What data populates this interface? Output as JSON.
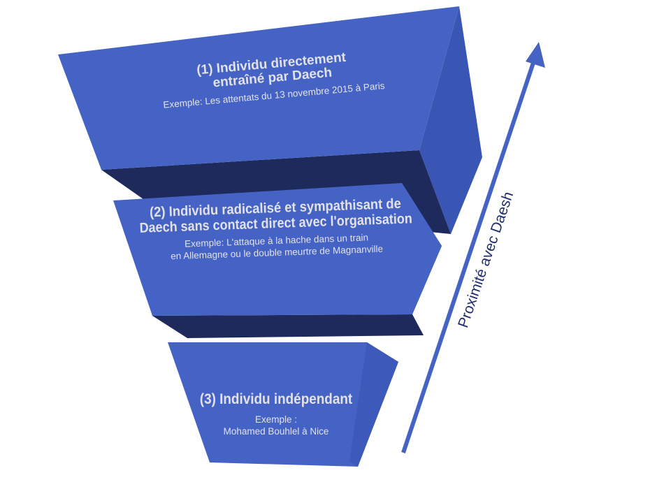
{
  "colors": {
    "front": "#4563c4",
    "side": "#3a56b4",
    "shadow": "#1e2a5c",
    "arrow": "#4563c4",
    "label": "#1f2f6e"
  },
  "levels": [
    {
      "title_line1": "(1) Individu directement",
      "title_line2": "entraîné par Daech",
      "example": "Exemple: Les attentats du 13 novembre 2015 à Paris"
    },
    {
      "title_line1": "(2) Individu radicalisé et sympathisant de",
      "title_line2": "Daech sans contact direct avec l'organisation",
      "example_line1": "Exemple: L'attaque à la hache dans un train",
      "example_line2": "en Allemagne ou le double meurtre de Magnanville"
    },
    {
      "title_line1": "(3) Individu indépendant",
      "example_line1": "Exemple :",
      "example_line2": "Mohamed Bouhlel à Nice"
    }
  ],
  "axis": {
    "label": "Proximité avec Daesh",
    "direction": "up"
  }
}
